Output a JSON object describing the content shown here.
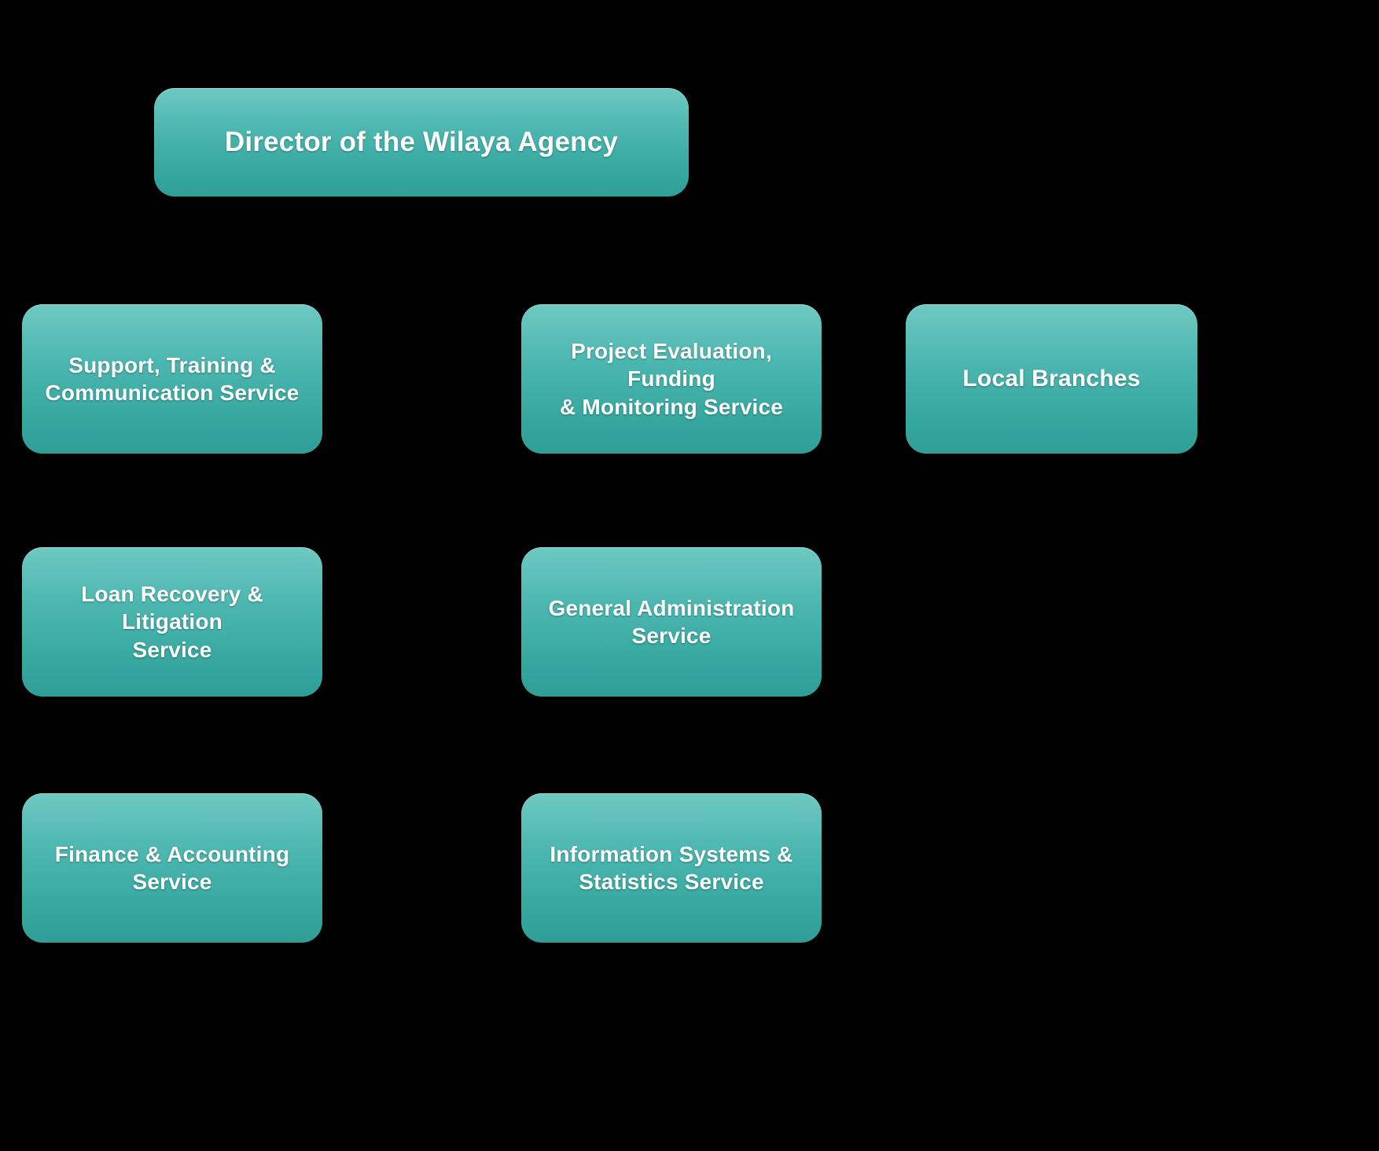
{
  "diagram": {
    "title": "Organizational chart of the Wilaya Agency",
    "background_color": "#000000",
    "node_fill_top": "#6ec9c2",
    "node_fill_bottom": "#2f9e97",
    "connector_color": "#3fa9a2",
    "text_color": "#ffffff"
  },
  "nodes": {
    "root": {
      "label": "Director of the Wilaya Agency",
      "level": 0
    },
    "support_training": {
      "label": "Support, Training &\nCommunication Service",
      "level": 1
    },
    "project_evaluation": {
      "label": "Project Evaluation, Funding\n& Monitoring Service",
      "level": 1
    },
    "local_branches": {
      "label": "Local Branches",
      "level": 1
    },
    "loan_recovery": {
      "label": "Loan Recovery & Litigation\nService",
      "level": 1
    },
    "general_administration": {
      "label": "General Administration\nService",
      "level": 1
    },
    "finance_accounting": {
      "label": "Finance & Accounting\nService",
      "level": 1
    },
    "information_systems": {
      "label": "Information Systems &\nStatistics Service",
      "level": 1
    }
  },
  "hierarchy": {
    "parent": "Director of the Wilaya Agency",
    "children": [
      "Support, Training & Communication Service",
      "Project Evaluation, Funding & Monitoring Service",
      "Local Branches",
      "Loan Recovery & Litigation Service",
      "General Administration Service",
      "Finance & Accounting Service",
      "Information Systems & Statistics Service"
    ],
    "child_count": 7
  }
}
